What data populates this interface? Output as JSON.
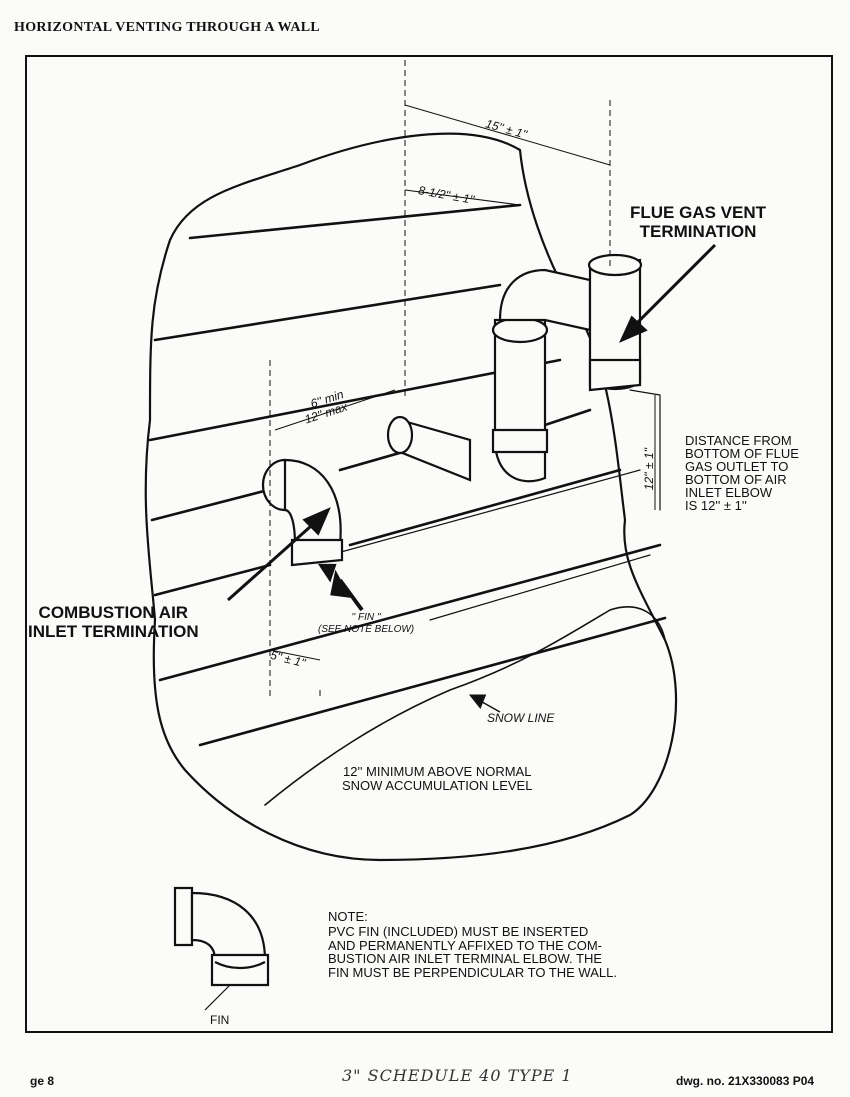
{
  "page": {
    "title": "HORIZONTAL VENTING THROUGH A WALL",
    "footer_left": "ge 8",
    "footer_right": "dwg. no. 21X330083 P04",
    "handwritten_note": "3\" SCHEDULE 40 TYPE 1"
  },
  "labels": {
    "flue_gas_vent": "FLUE GAS VENT\nTERMINATION",
    "combustion_air": "COMBUSTION AIR\nINLET TERMINATION",
    "distance_note": "DISTANCE FROM\nBOTTOM OF FLUE\nGAS OUTLET TO\nBOTTOM OF AIR\nINLET ELBOW\nIS 12'' ± 1''",
    "fin": "'' FIN ''\n(SEE NOTE BELOW)",
    "snow_line": "SNOW LINE",
    "snow_min": "12'' MINIMUM ABOVE NORMAL\nSNOW ACCUMULATION LEVEL",
    "detail_fin": "FIN"
  },
  "dimensions": {
    "top_spacing": "15'' ± 1''",
    "wall_offset": "8-1/2'' ± 1''",
    "pipe_spacing_min": "6'' min",
    "pipe_spacing_max": "12'' max",
    "vertical_spacing": "12'' ± 1''",
    "fin_offset": "5'' ± 1''"
  },
  "note": {
    "heading": "NOTE:",
    "body": "PVC FIN (INCLUDED) MUST BE INSERTED\nAND PERMANENTLY AFFIXED TO THE COM-\nBUSTION AIR INLET TERMINAL ELBOW.  THE\nFIN MUST BE PERPENDICULAR TO THE WALL."
  }
}
